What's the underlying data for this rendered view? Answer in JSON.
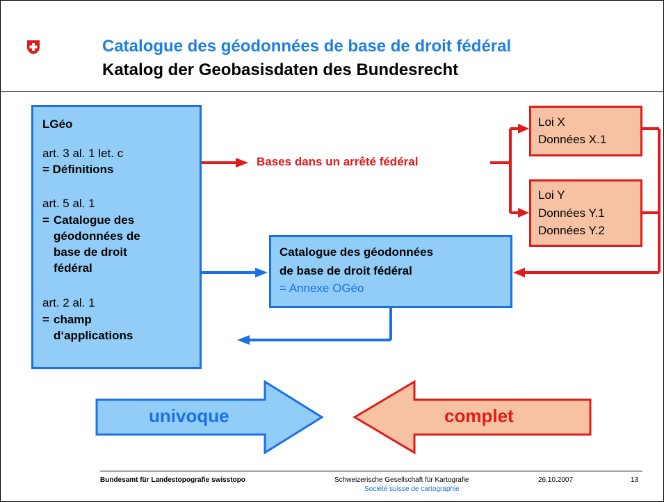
{
  "header": {
    "title_fr": "Catalogue des géodonnées de base de droit fédéral",
    "title_de": "Katalog der Geobasisdaten des Bundesrecht"
  },
  "lgeo_box": {
    "heading": "LGéo",
    "art1": "art. 3 al. 1 let. c",
    "def1_prefix": "= ",
    "def1": "Définitions",
    "art2": "art. 5 al. 1",
    "def2_prefix": "= ",
    "def2_lines": [
      "Catalogue des",
      "géodonnées de",
      "base de droit",
      "fédéral"
    ],
    "art3": "art. 2 al. 1",
    "def3_prefix": "= ",
    "def3_lines": [
      "champ",
      "d‘applications"
    ]
  },
  "bases_label": "Bases dans un arrêté fédéral",
  "loi_x": {
    "title": "Loi X",
    "data": [
      "Données X.1"
    ]
  },
  "loi_y": {
    "title": "Loi Y",
    "data": [
      "Données Y.1",
      "Données Y.2"
    ]
  },
  "catalogue_box": {
    "lines": [
      "Catalogue des géodonnées",
      "de base de droit fédéral"
    ],
    "annex": "= Annexe OGéo"
  },
  "big_arrows": {
    "left": "univoque",
    "right": "complet"
  },
  "footer": {
    "left": "Bundesamt für Landestopografie swisstopo",
    "center_de": "Schweizerische Gesellschaft für Kartografie",
    "center_fr": "Société suisse de cartographie",
    "date": "26.10.2007",
    "page": "13"
  },
  "colors": {
    "blue": "#1a70e8",
    "red": "#e21a1a",
    "blue_fill": "#92cdf7",
    "red_fill": "#f7c2a3"
  }
}
